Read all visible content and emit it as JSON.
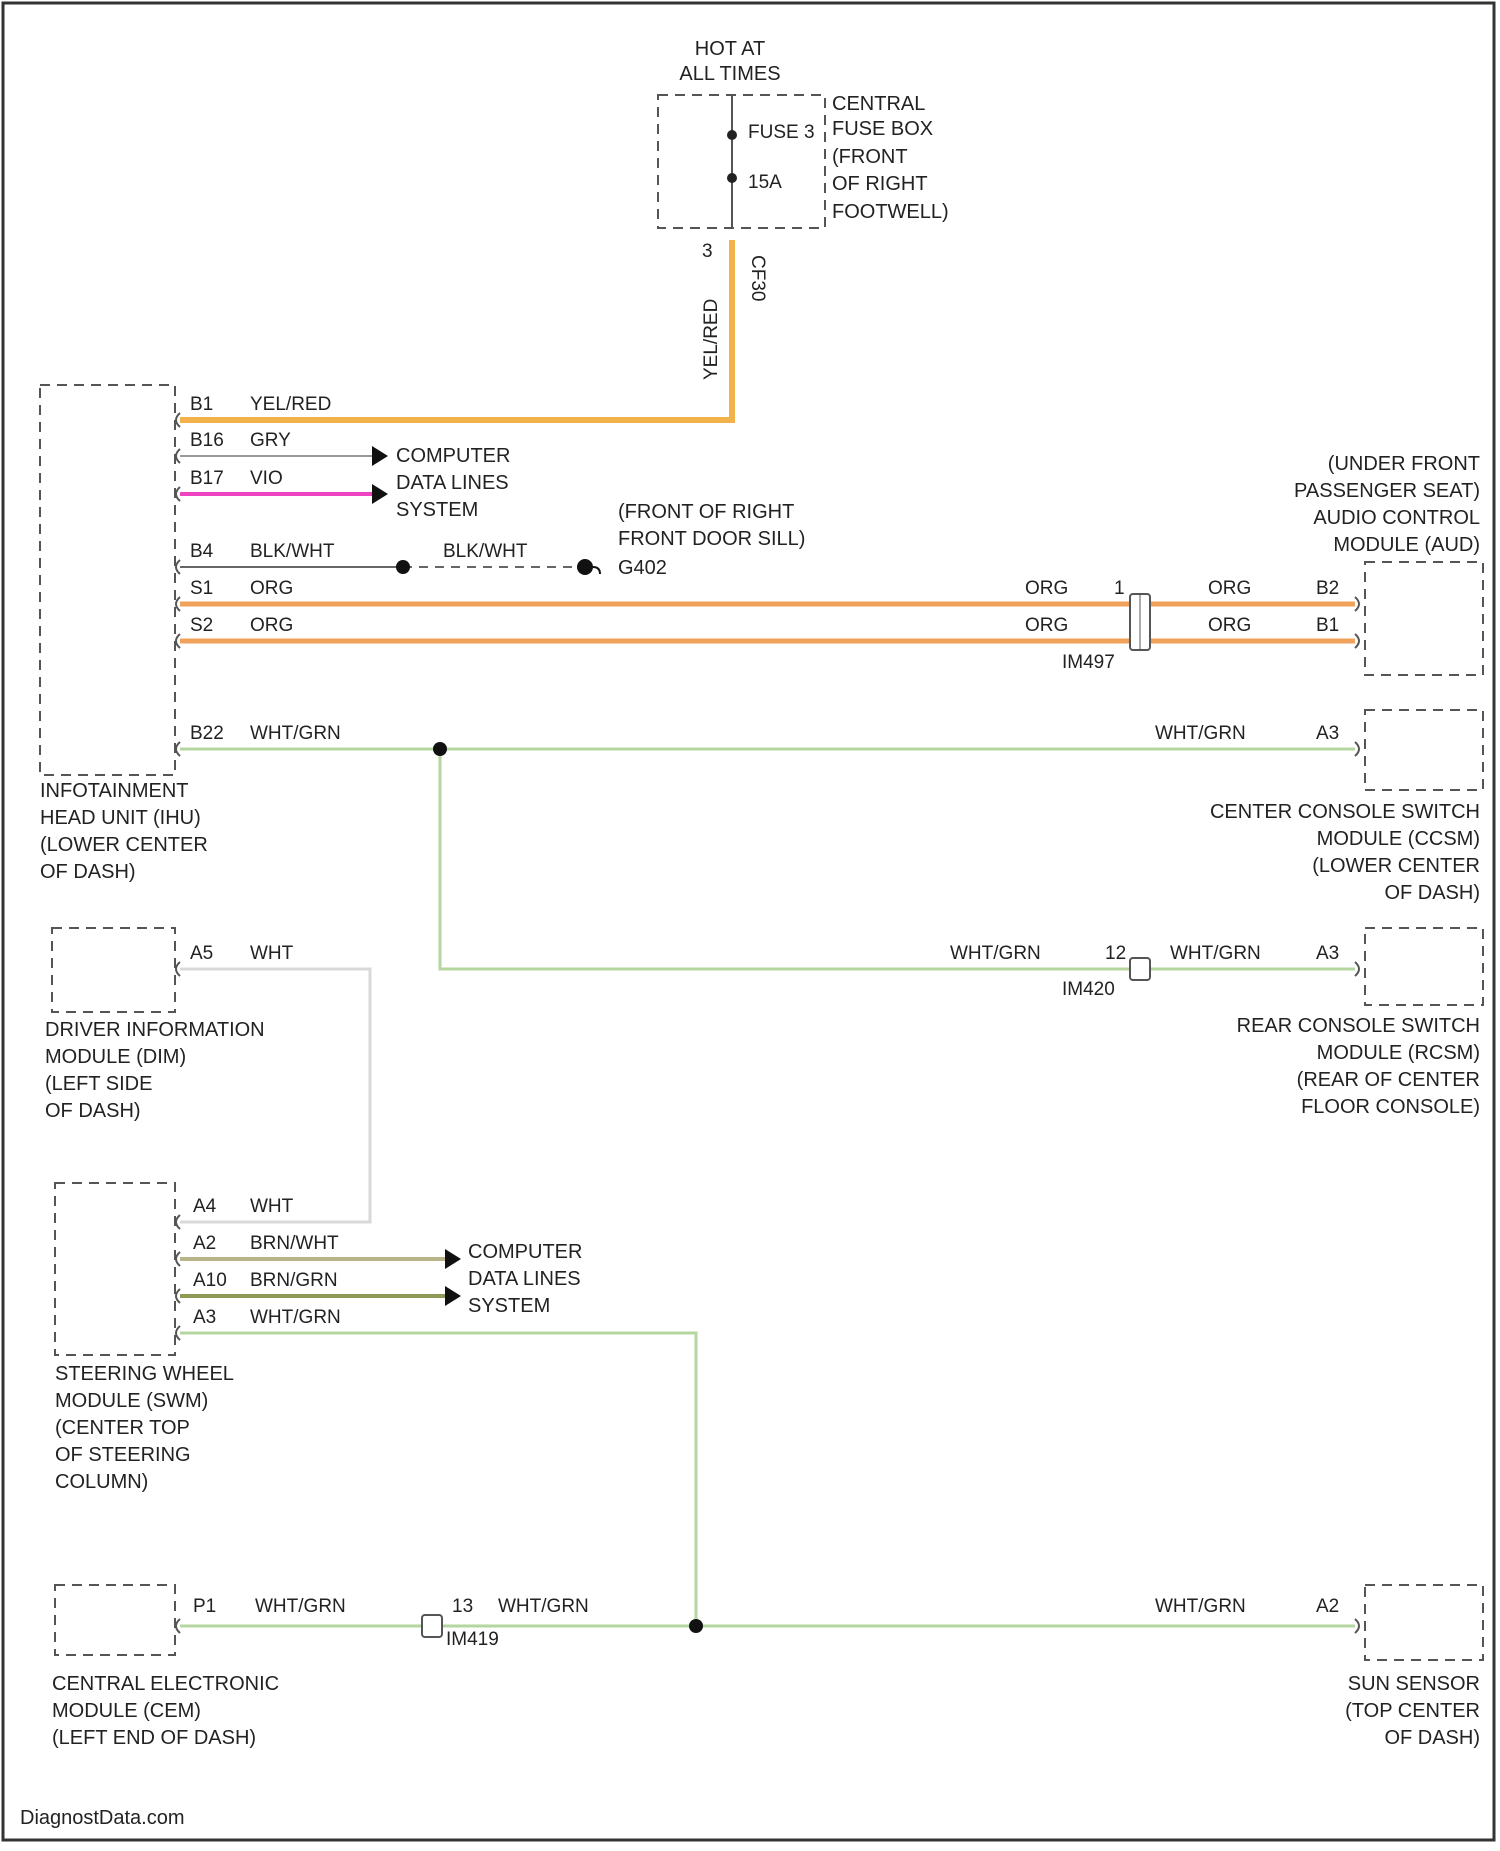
{
  "diagram": {
    "power": {
      "hot_label": [
        "HOT AT",
        "ALL TIMES"
      ],
      "fuse_box_label": [
        "CENTRAL",
        "FUSE BOX",
        "(FRONT",
        "OF RIGHT",
        "FOOTWELL)"
      ],
      "fuse_name": "FUSE 3",
      "fuse_rating": "15A",
      "fuse_pin": "3",
      "fuse_connector": "CF30",
      "riser_wire": "YEL/RED"
    },
    "modules": {
      "ihu": {
        "label": [
          "INFOTAINMENT",
          "HEAD UNIT (IHU)",
          "(LOWER CENTER",
          "OF DASH)"
        ]
      },
      "dim": {
        "label": [
          "DRIVER INFORMATION",
          "MODULE (DIM)",
          "(LEFT SIDE",
          "OF DASH)"
        ]
      },
      "swm": {
        "label": [
          "STEERING WHEEL",
          "MODULE (SWM)",
          "(CENTER TOP",
          "OF STEERING",
          "COLUMN)"
        ]
      },
      "cem": {
        "label": [
          "CENTRAL ELECTRONIC",
          "MODULE (CEM)",
          "(LEFT END OF DASH)"
        ]
      },
      "acm": {
        "label": [
          "(UNDER FRONT",
          "PASSENGER SEAT)",
          "AUDIO CONTROL",
          "MODULE (AUD)"
        ]
      },
      "ccsm": {
        "label": [
          "CENTER CONSOLE SWITCH",
          "MODULE (CCSM)",
          "(LOWER CENTER",
          "OF DASH)"
        ]
      },
      "rcsm": {
        "label": [
          "REAR CONSOLE SWITCH",
          "MODULE (RCSM)",
          "(REAR OF CENTER",
          "FLOOR CONSOLE)"
        ]
      },
      "sun": {
        "label": [
          "SUN SENSOR",
          "(TOP CENTER",
          "OF DASH)"
        ]
      }
    },
    "ihu_pins": [
      {
        "pin": "B1",
        "wire": "YEL/RED"
      },
      {
        "pin": "B16",
        "wire": "GRY"
      },
      {
        "pin": "B17",
        "wire": "VIO"
      },
      {
        "pin": "B4",
        "wire": "BLK/WHT"
      },
      {
        "pin": "S1",
        "wire": "ORG"
      },
      {
        "pin": "S2",
        "wire": "ORG"
      },
      {
        "pin": "B22",
        "wire": "WHT/GRN"
      }
    ],
    "data_lines_label": [
      "COMPUTER",
      "DATA LINES",
      "SYSTEM"
    ],
    "ground": {
      "wire": "BLK/WHT",
      "label": [
        "(FRONT OF RIGHT",
        "FRONT DOOR SILL)"
      ],
      "name": "G402"
    },
    "audio_run": {
      "left_wire_1": "ORG",
      "left_wire_2": "ORG",
      "connector_pin": "1",
      "connector_name": "IM497",
      "right_wire_1": "ORG",
      "right_wire_2": "ORG",
      "acm_pin_1": "B2",
      "acm_pin_2": "B1"
    },
    "ccsm_run": {
      "wire": "WHT/GRN",
      "pin": "A3"
    },
    "rcsm_run": {
      "left_wire": "WHT/GRN",
      "connector_pin": "12",
      "connector_name": "IM420",
      "right_wire": "WHT/GRN",
      "pin": "A3"
    },
    "dim_pin": {
      "pin": "A5",
      "wire": "WHT"
    },
    "swm_pins": [
      {
        "pin": "A4",
        "wire": "WHT"
      },
      {
        "pin": "A2",
        "wire": "BRN/WHT"
      },
      {
        "pin": "A10",
        "wire": "BRN/GRN"
      },
      {
        "pin": "A3",
        "wire": "WHT/GRN"
      }
    ],
    "cem_run": {
      "pin": "P1",
      "left_wire": "WHT/GRN",
      "connector_pin": "13",
      "connector_name": "IM419",
      "right_wire": "WHT/GRN",
      "sun_wire": "WHT/GRN",
      "sun_pin": "A2"
    },
    "watermark": "DiagnostData.com",
    "colors": {
      "yel_red": "#f2b24a",
      "org": "#f0a15a",
      "vio": "#ee44c2",
      "gry": "#9a9a9a",
      "blk_wht": "#666666",
      "wht_grn": "#b6d6a0",
      "wht": "#d8d8d8",
      "brn_wht": "#b9b48a",
      "brn_grn": "#8f9a55"
    }
  }
}
